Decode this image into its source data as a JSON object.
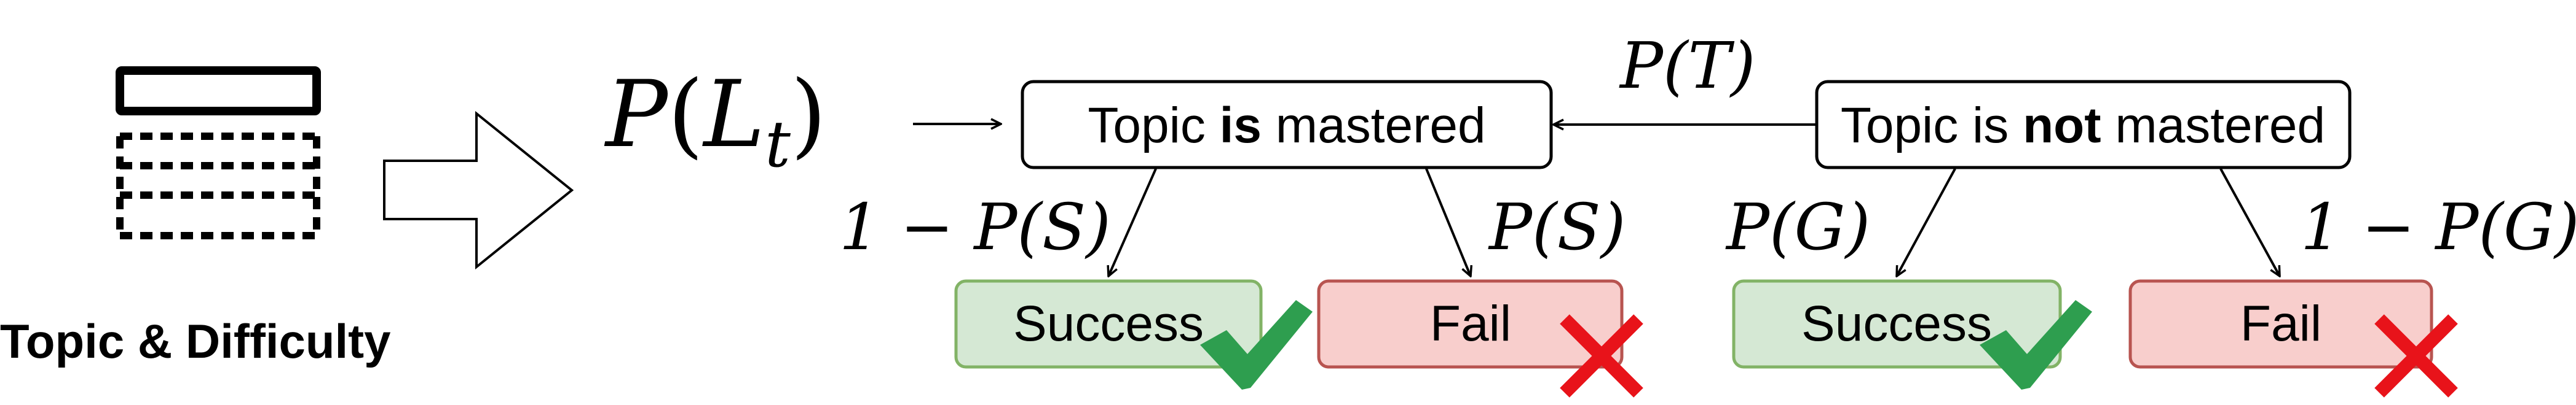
{
  "left_panel": {
    "caption": "Topic & Difficulty",
    "table_icon": "table-icon",
    "arrow_icon": "right-arrow-icon"
  },
  "prior": {
    "P": "P",
    "L": "L",
    "sub": "t",
    "open": "(",
    "close": ")"
  },
  "states": {
    "mastered_prefix": "Topic ",
    "mastered_bold": "is",
    "mastered_suffix": " mastered",
    "not_mastered_prefix": "Topic is ",
    "not_mastered_bold": "not",
    "not_mastered_suffix": " mastered"
  },
  "transition": {
    "label": "P(T)"
  },
  "edges": {
    "mastered_success": "1 − P(S)",
    "mastered_fail": "P(S)",
    "not_mastered_success": "P(G)",
    "not_mastered_fail": "1 − P(G)"
  },
  "outcomes": {
    "success_label": "Success",
    "fail_label": "Fail",
    "check_icon": "check-icon",
    "cross_icon": "cross-icon"
  },
  "colors": {
    "success_fill": "#d5e8d4",
    "success_stroke": "#82b366",
    "fail_fill": "#f8cecc",
    "fail_stroke": "#b85450",
    "check": "#2e9e4f",
    "cross": "#e8131a"
  }
}
